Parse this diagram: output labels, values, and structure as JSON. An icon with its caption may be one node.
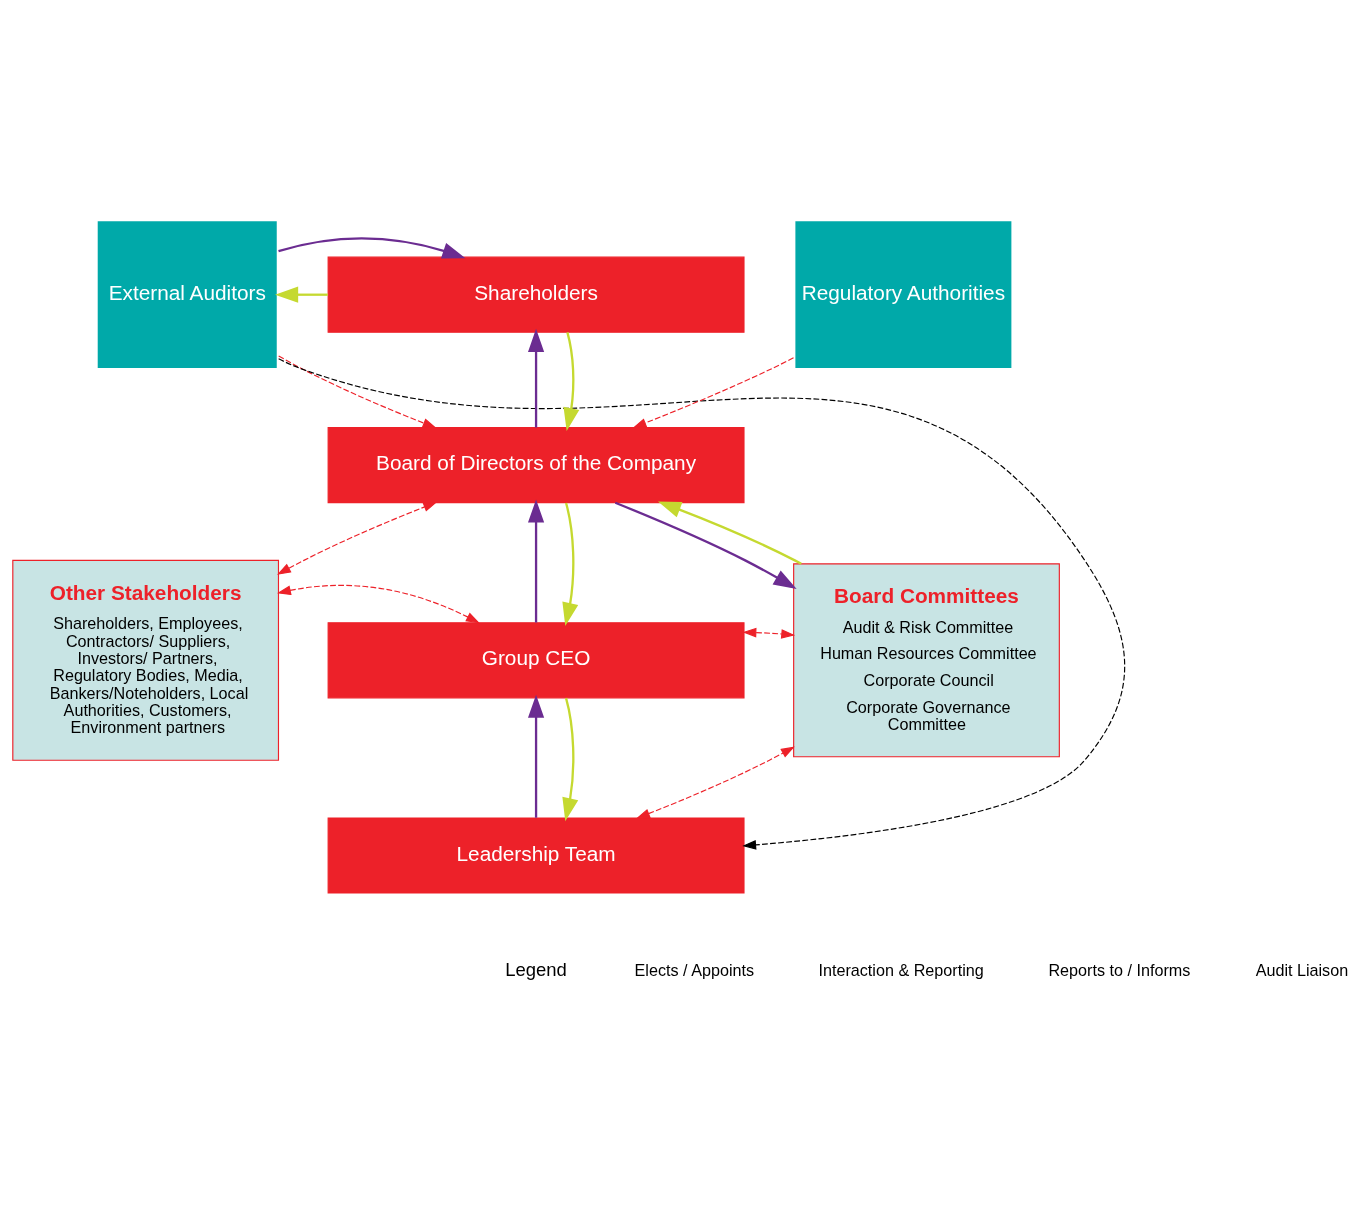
{
  "diagram": {
    "nodes": [
      {
        "text": [
          "Other Stakeholders",
          "Shareholders, Employees, Contractors/ Suppliers, Investors/ Partners, Regulatory Bodies, Media, Bankers/Noteholders, Local Authorities, Customers, Environment partners"
        ]
      },
      {
        "text": [
          "External Auditors"
        ]
      },
      {
        "text": [
          "Shareholders"
        ]
      },
      {
        "text": [
          "Board of Directors of the Company"
        ]
      },
      {
        "text": [
          "Group CEO"
        ]
      },
      {
        "text": [
          "Leadership Team"
        ]
      },
      {
        "text": [
          "Board Committees",
          "Audit & Risk Committee",
          "Human Resources Committee",
          "Corporate Council",
          "Corporate Governance Committee"
        ]
      },
      {
        "text": [
          "Regulatory Authorities"
        ]
      }
    ],
    "edges": [
      {
        "from": 1,
        "to": 3,
        "arrow": "to",
        "style": "dashed"
      },
      {
        "from": 7,
        "to": 3,
        "arrow": "to",
        "style": "dashed"
      },
      {
        "from": 1,
        "to": 5,
        "arrow": "to",
        "style": "dashed",
        "color": "#000000"
      },
      {
        "from": 0,
        "to": 3,
        "arrow": "both",
        "style": "dashed"
      },
      {
        "from": 0,
        "to": 4,
        "arrow": "both",
        "style": "dashed"
      },
      {
        "from": 4,
        "to": 6,
        "arrow": "both",
        "style": "dashed"
      },
      {
        "from": 5,
        "to": 6,
        "arrow": "both",
        "style": "dashed"
      },
      {
        "from": 2,
        "to": 1,
        "arrow": "to",
        "color": "#c5d930"
      },
      {
        "from": 1,
        "to": 2,
        "arrow": "to",
        "color": "#6b2c91"
      },
      {
        "from": 6,
        "to": 3,
        "arrow": "to",
        "color": "#c5d930"
      },
      {
        "from": 3,
        "to": 6,
        "arrow": "to",
        "color": "#6b2c91"
      },
      {
        "from": 3,
        "to": 2,
        "arrow": "to",
        "color": "#6b2c91"
      },
      {
        "from": 2,
        "to": 3,
        "arrow": "to",
        "color": "#c5d930"
      },
      {
        "from": 4,
        "to": 3,
        "arrow": "to",
        "color": "#6b2c91"
      },
      {
        "from": 3,
        "to": 4,
        "arrow": "to",
        "color": "#c5d930"
      },
      {
        "from": 5,
        "to": 4,
        "arrow": "to",
        "color": "#6b2c91"
      },
      {
        "from": 4,
        "to": 5,
        "arrow": "to",
        "color": "#c5d930"
      }
    ],
    "labels": [
      "Legend"
    ],
    "legend": [
      {
        "text": "Elects / Appoints"
      },
      {
        "text": "Interaction & Reporting"
      },
      {
        "text": "Reports to / Informs"
      },
      {
        "text": "Audit Liaison"
      }
    ]
  }
}
